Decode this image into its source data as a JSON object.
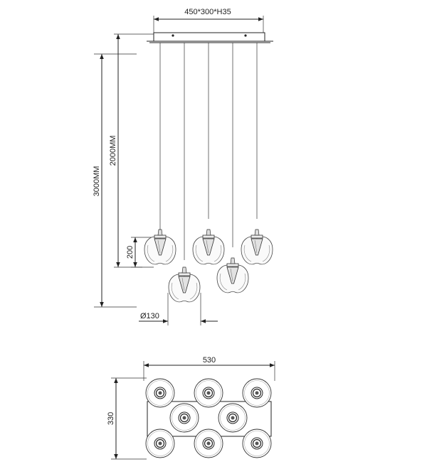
{
  "drawing": {
    "canopy_dimension": "450*300*H35",
    "overall_height": "3000MM",
    "cable_length": "2000MM",
    "shade_height": "200",
    "shade_diameter": "Ø130",
    "plan_width": "530",
    "plan_depth": "330"
  }
}
